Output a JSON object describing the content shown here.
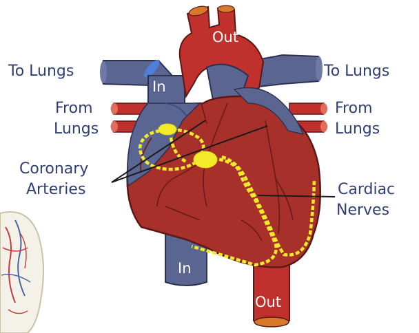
{
  "labels": {
    "out_top": "Out",
    "out_bottom": "Out",
    "in_top": "In",
    "in_bottom": "In",
    "to_lungs_left": "To Lungs",
    "to_lungs_right": "To Lungs",
    "from_left_1": "From",
    "from_left_2": "Lungs",
    "from_right_1": "From",
    "from_right_2": "Lungs",
    "coronary_1": "Coronary",
    "coronary_2": "Arteries",
    "cardiac_1": "Cardiac",
    "cardiac_2": "Nerves"
  },
  "colors": {
    "artery_red": "#c0302c",
    "heart_red": "#a7302b",
    "vein_blue": "#5a6591",
    "nerve_yellow": "#f3ea2a",
    "label_navy": "#2f3f73",
    "outline": "#5a1816"
  }
}
